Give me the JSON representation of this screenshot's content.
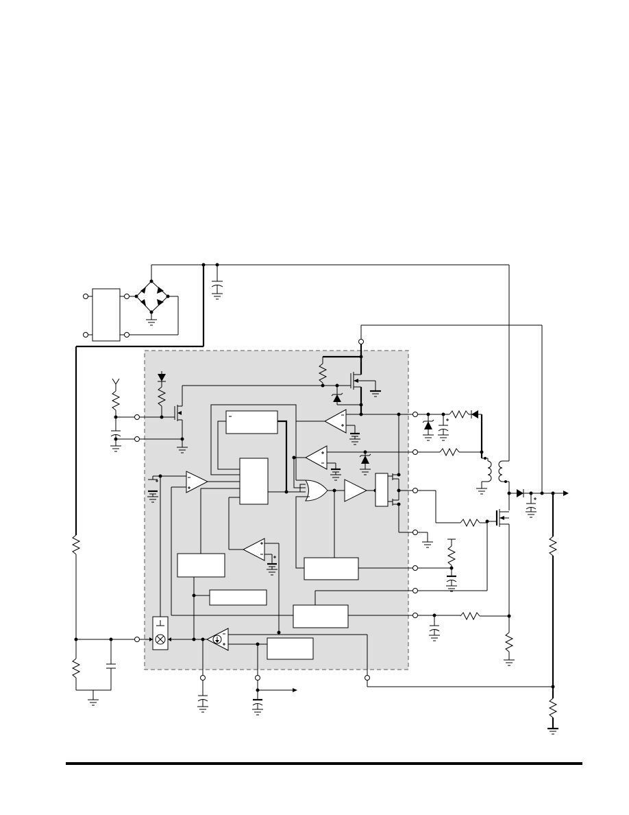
{
  "colors": {
    "ic_boundary_fill": "#dedede",
    "ic_boundary_stroke": "#555555",
    "wire": "#000000",
    "block_fill": "#ffffff",
    "footer_rule": "#000000"
  },
  "icons": {
    "diode": "triangle-bar",
    "zener": "triangle-bent-bar",
    "capacitor": "two-plates",
    "resistor": "zigzag",
    "ground": "three-bars",
    "mosfet": "gate-channel",
    "comparator": "triangle-plus-minus",
    "or_gate": "curved-gate",
    "multiplier": "circle-x",
    "transformer": "coupled-coils",
    "output_arrow": "arrow-right"
  }
}
